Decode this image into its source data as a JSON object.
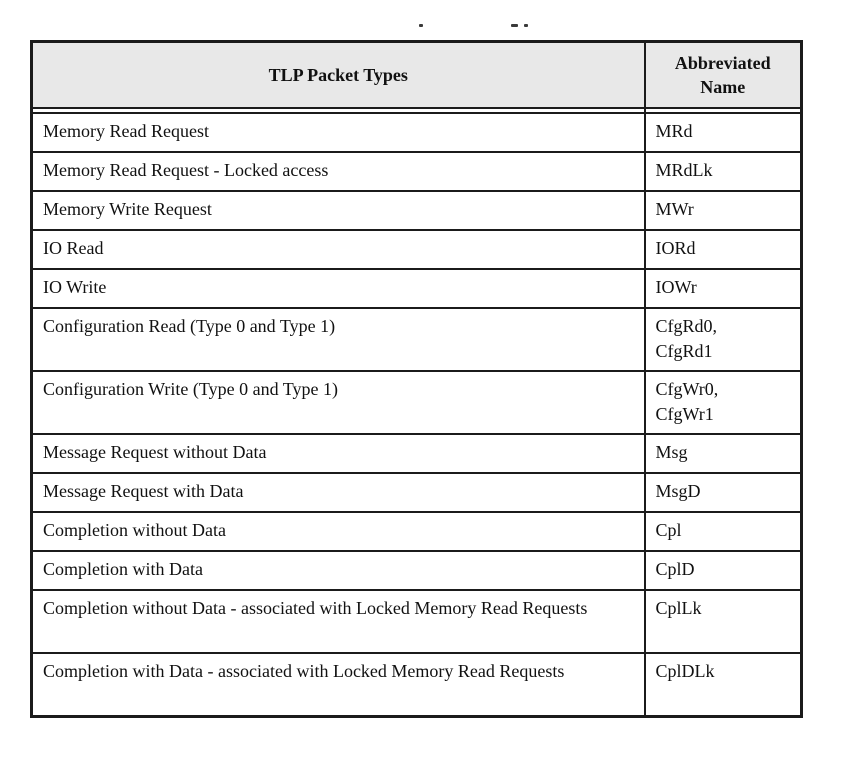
{
  "table": {
    "headers": [
      "TLP Packet Types",
      "Abbreviated Name"
    ],
    "rows": [
      {
        "type": "Memory Read Request",
        "abbr": "MRd"
      },
      {
        "type": "Memory Read Request - Locked access",
        "abbr": "MRdLk"
      },
      {
        "type": "Memory Write Request",
        "abbr": "MWr"
      },
      {
        "type": "IO Read",
        "abbr": "IORd"
      },
      {
        "type": "IO Write",
        "abbr": "IOWr"
      },
      {
        "type": "Configuration Read (Type 0 and Type 1)",
        "abbr": "CfgRd0,\nCfgRd1"
      },
      {
        "type": "Configuration Write (Type 0 and Type 1)",
        "abbr": "CfgWr0,\nCfgWr1"
      },
      {
        "type": "Message Request without Data",
        "abbr": "Msg"
      },
      {
        "type": "Message Request with Data",
        "abbr": "MsgD"
      },
      {
        "type": "Completion without Data",
        "abbr": "Cpl"
      },
      {
        "type": "Completion with Data",
        "abbr": "CplD"
      },
      {
        "type": "Completion without Data - associated with Locked Memory Read Requests",
        "abbr": "CplLk"
      },
      {
        "type": "Completion with Data - associated with Locked Memory Read Requests",
        "abbr": "CplDLk"
      }
    ],
    "colors": {
      "header_bg": "#e8e8e8",
      "border": "#1b1b1b",
      "text": "#111111"
    }
  }
}
